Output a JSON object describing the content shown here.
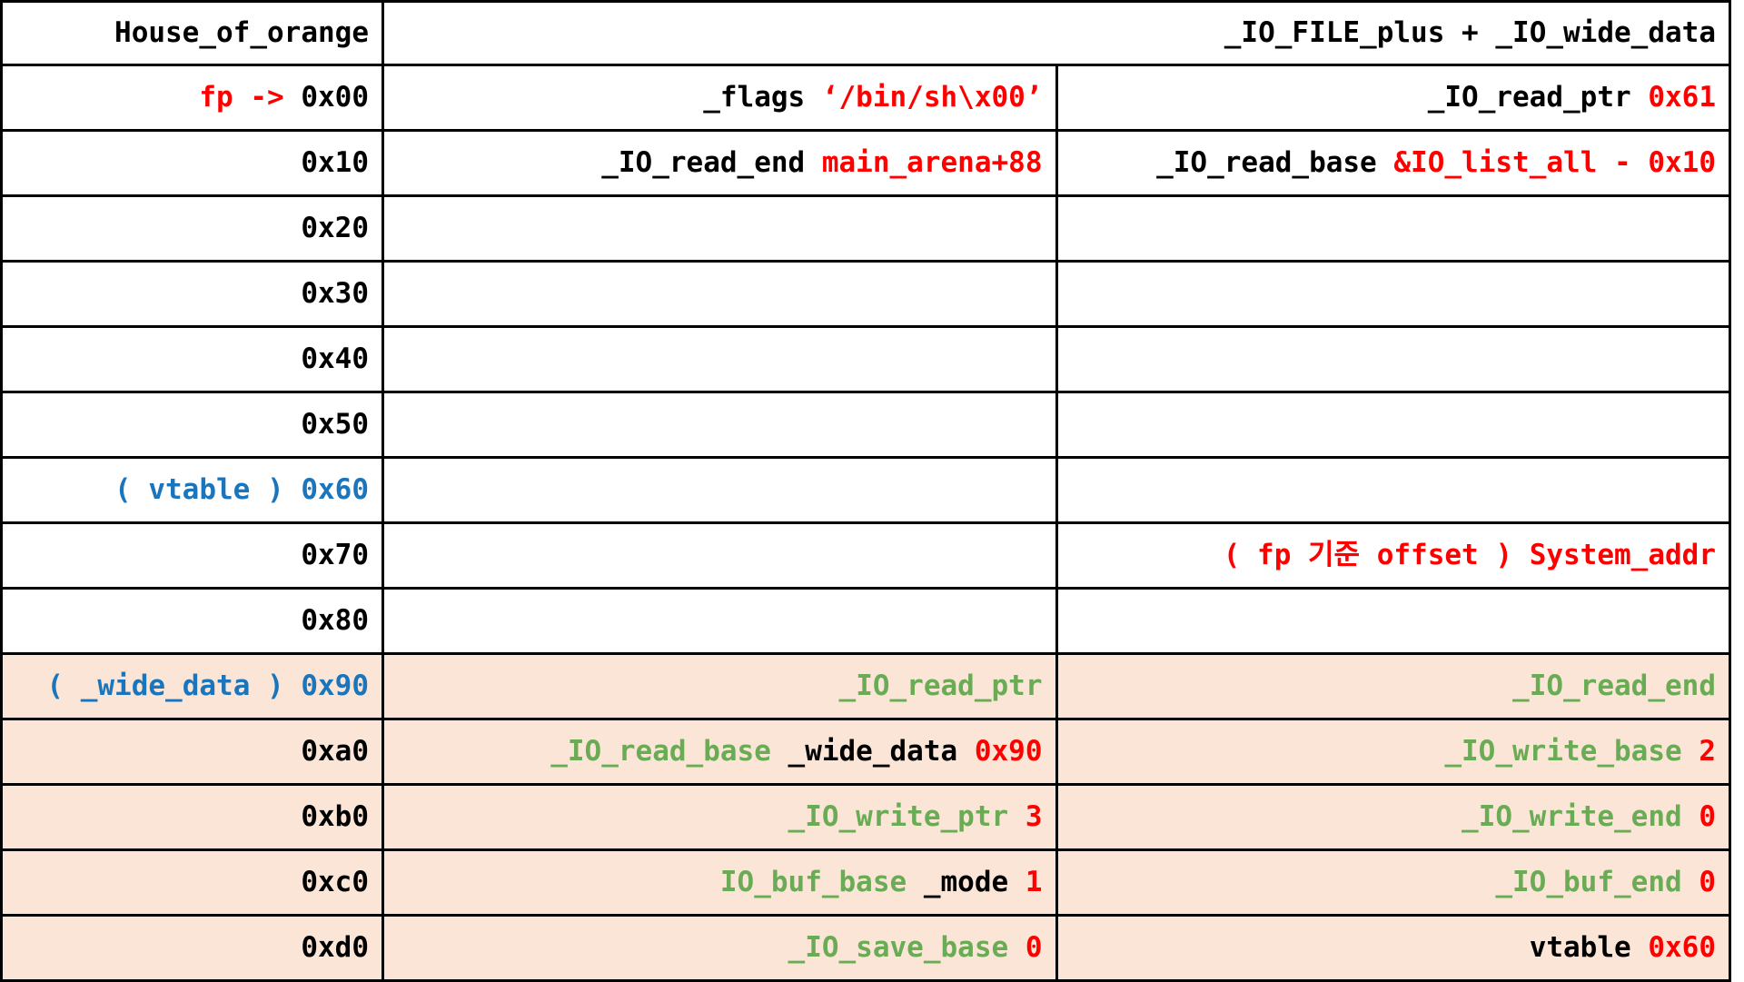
{
  "palette": {
    "red": "#FF0000",
    "blue": "#1B75BC",
    "green": "#6AAC55",
    "black": "#000000",
    "row_highlight": "#FBE5D6",
    "border": "#000000",
    "background": "#FFFFFF"
  },
  "header": {
    "left": "House_of_orange",
    "span": "_IO_FILE_plus + _IO_wide_data"
  },
  "rows": [
    {
      "shaded": false,
      "cells": {
        "offset": [
          {
            "text": "fp -> ",
            "color": "red"
          },
          {
            "text": "0x00",
            "color": "black"
          }
        ],
        "field1": [
          {
            "text": "_flags ",
            "color": "black"
          },
          {
            "text": "‘/bin/sh\\x00’",
            "color": "red"
          }
        ],
        "field2": [
          {
            "text": "_IO_read_ptr ",
            "color": "black"
          },
          {
            "text": "0x61",
            "color": "red"
          }
        ]
      }
    },
    {
      "shaded": false,
      "cells": {
        "offset": [
          {
            "text": "0x10",
            "color": "black"
          }
        ],
        "field1": [
          {
            "text": "_IO_read_end ",
            "color": "black"
          },
          {
            "text": "main_arena+88",
            "color": "red"
          }
        ],
        "field2": [
          {
            "text": "_IO_read_base ",
            "color": "black"
          },
          {
            "text": "&IO_list_all - 0x10",
            "color": "red"
          }
        ]
      }
    },
    {
      "shaded": false,
      "cells": {
        "offset": [
          {
            "text": "0x20",
            "color": "black"
          }
        ],
        "field1": [],
        "field2": []
      }
    },
    {
      "shaded": false,
      "cells": {
        "offset": [
          {
            "text": "0x30",
            "color": "black"
          }
        ],
        "field1": [],
        "field2": []
      }
    },
    {
      "shaded": false,
      "cells": {
        "offset": [
          {
            "text": "0x40",
            "color": "black"
          }
        ],
        "field1": [],
        "field2": []
      }
    },
    {
      "shaded": false,
      "cells": {
        "offset": [
          {
            "text": "0x50",
            "color": "black"
          }
        ],
        "field1": [],
        "field2": []
      }
    },
    {
      "shaded": false,
      "cells": {
        "offset": [
          {
            "text": "( vtable ) 0x60",
            "color": "blue"
          }
        ],
        "field1": [],
        "field2": []
      }
    },
    {
      "shaded": false,
      "cells": {
        "offset": [
          {
            "text": "0x70",
            "color": "black"
          }
        ],
        "field1": [],
        "field2": [
          {
            "text": "( fp 기준 offset ) System_addr",
            "color": "red"
          }
        ]
      }
    },
    {
      "shaded": false,
      "cells": {
        "offset": [
          {
            "text": "0x80",
            "color": "black"
          }
        ],
        "field1": [],
        "field2": []
      }
    },
    {
      "shaded": true,
      "cells": {
        "offset": [
          {
            "text": "( _wide_data ) 0x90",
            "color": "blue"
          }
        ],
        "field1": [
          {
            "text": "_IO_read_ptr",
            "color": "green"
          }
        ],
        "field2": [
          {
            "text": "_IO_read_end",
            "color": "green"
          }
        ]
      }
    },
    {
      "shaded": true,
      "cells": {
        "offset": [
          {
            "text": "0xa0",
            "color": "black"
          }
        ],
        "field1": [
          {
            "text": "_IO_read_base ",
            "color": "green"
          },
          {
            "text": "_wide_data ",
            "color": "black"
          },
          {
            "text": "0x90",
            "color": "red"
          }
        ],
        "field2": [
          {
            "text": "_IO_write_base ",
            "color": "green"
          },
          {
            "text": "2",
            "color": "red"
          }
        ]
      }
    },
    {
      "shaded": true,
      "cells": {
        "offset": [
          {
            "text": "0xb0",
            "color": "black"
          }
        ],
        "field1": [
          {
            "text": "_IO_write_ptr ",
            "color": "green"
          },
          {
            "text": "3",
            "color": "red"
          }
        ],
        "field2": [
          {
            "text": "_IO_write_end ",
            "color": "green"
          },
          {
            "text": "0",
            "color": "red"
          }
        ]
      }
    },
    {
      "shaded": true,
      "cells": {
        "offset": [
          {
            "text": "0xc0",
            "color": "black"
          }
        ],
        "field1": [
          {
            "text": "IO_buf_base ",
            "color": "green"
          },
          {
            "text": "_mode ",
            "color": "black"
          },
          {
            "text": "1",
            "color": "red"
          }
        ],
        "field2": [
          {
            "text": "_IO_buf_end ",
            "color": "green"
          },
          {
            "text": "0",
            "color": "red"
          }
        ]
      }
    },
    {
      "shaded": true,
      "cells": {
        "offset": [
          {
            "text": "0xd0",
            "color": "black"
          }
        ],
        "field1": [
          {
            "text": "_IO_save_base ",
            "color": "green"
          },
          {
            "text": "0",
            "color": "red"
          }
        ],
        "field2": [
          {
            "text": "vtable ",
            "color": "black"
          },
          {
            "text": "0x60",
            "color": "red"
          }
        ]
      }
    }
  ]
}
